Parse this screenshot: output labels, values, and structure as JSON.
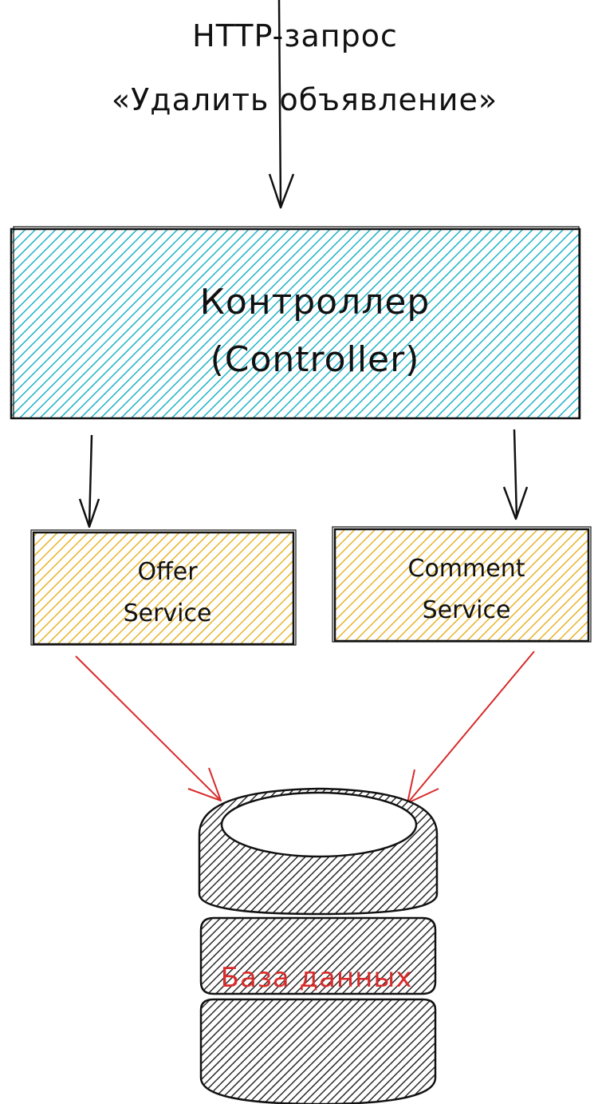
{
  "request": {
    "line1": "HTTP-запрос",
    "line2": "«Удалить объявление»"
  },
  "controller": {
    "line1": "Контроллер",
    "line2": "(Controller)"
  },
  "offer_service": {
    "line1": "Offer",
    "line2": "Service"
  },
  "comment_service": {
    "line1": "Comment",
    "line2": "Service"
  },
  "database": {
    "label": "База данных"
  },
  "colors": {
    "controller_fill": "#1fb3c7",
    "service_fill": "#e8b429",
    "db_fill": "#2b2b2b",
    "arrow_red": "#d92b2b",
    "ink": "#111111"
  }
}
